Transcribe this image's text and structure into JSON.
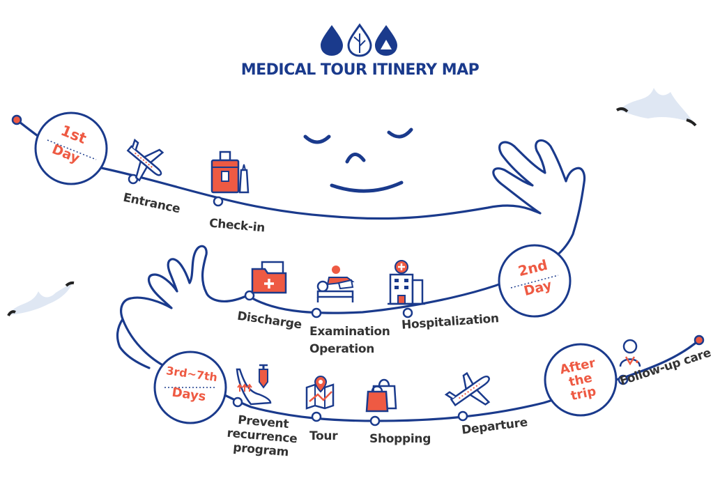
{
  "title": "MEDICAL TOUR ITINERY MAP",
  "logo": {
    "icons": [
      "water-drop-icon",
      "leaf-icon",
      "mountain-drop-icon"
    ],
    "color": "#1a3a8c"
  },
  "colors": {
    "navy": "#1a3a8c",
    "coral": "#ee5a43",
    "text": "#333333",
    "cloud": "#dfe7f3"
  },
  "days": [
    {
      "line1": "1st",
      "line2": "Day"
    },
    {
      "line1": "2nd",
      "line2": "Day"
    },
    {
      "line1": "3rd~7th",
      "line2": "Days"
    },
    {
      "line1": "After",
      "line2": "the",
      "line3": "trip"
    }
  ],
  "stops": {
    "entrance": "Entrance",
    "checkin": "Check-in",
    "discharge": "Discharge",
    "examination": "Examination",
    "operation": "Operation",
    "hospitalization": "Hospitalization",
    "prevent_1": "Prevent",
    "prevent_2": "recurrence",
    "prevent_3": "program",
    "tour": "Tour",
    "shopping": "Shopping",
    "departure": "Departure",
    "followup": "Follow-up care"
  }
}
